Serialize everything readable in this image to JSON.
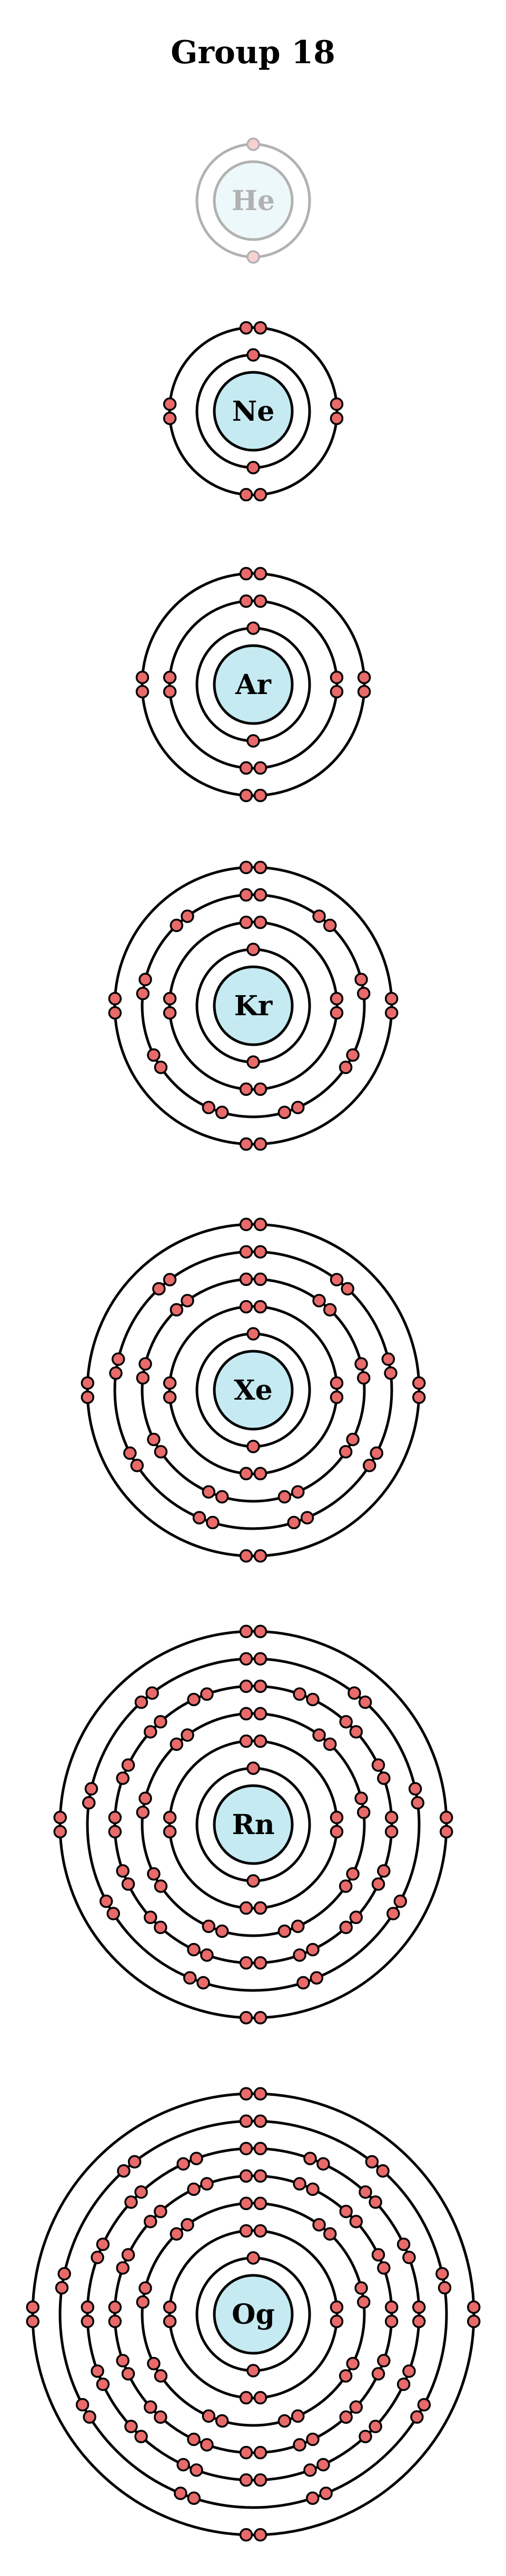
{
  "title": "Group 18",
  "colors": {
    "nucleus_fill": "#c5eaf1",
    "electron_fill": "#e86a6a",
    "stroke": "#000000",
    "faded_opacity": 0.3
  },
  "atoms": [
    {
      "symbol": "He",
      "faded": true,
      "shells": [
        2
      ]
    },
    {
      "symbol": "Ne",
      "faded": false,
      "shells": [
        2,
        8
      ]
    },
    {
      "symbol": "Ar",
      "faded": false,
      "shells": [
        2,
        8,
        8
      ]
    },
    {
      "symbol": "Kr",
      "faded": false,
      "shells": [
        2,
        8,
        18,
        8
      ]
    },
    {
      "symbol": "Xe",
      "faded": false,
      "shells": [
        2,
        8,
        18,
        18,
        8
      ]
    },
    {
      "symbol": "Rn",
      "faded": false,
      "shells": [
        2,
        8,
        18,
        32,
        18,
        8
      ]
    },
    {
      "symbol": "Og",
      "faded": false,
      "shells": [
        2,
        8,
        18,
        32,
        32,
        18,
        8
      ]
    }
  ]
}
